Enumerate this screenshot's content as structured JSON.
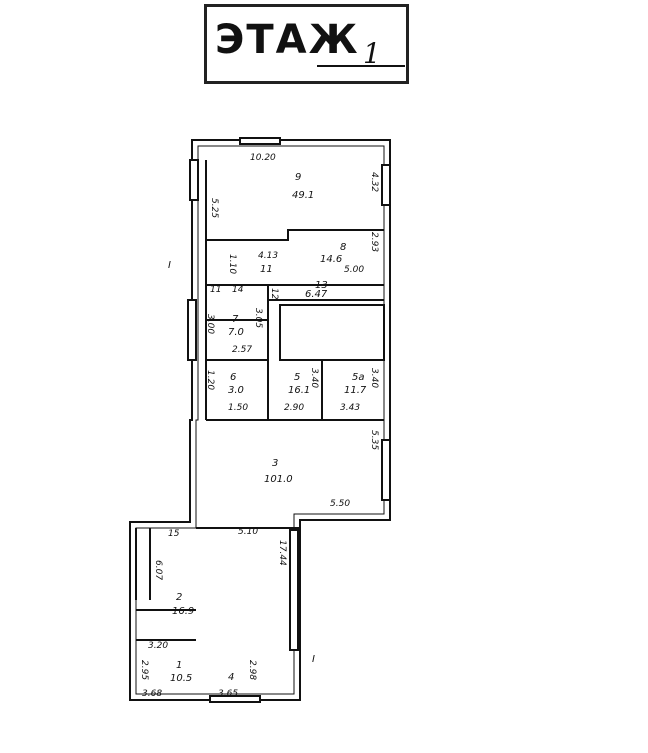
{
  "stamp": {
    "word": "ЭТАЖ",
    "number": "1"
  },
  "rooms": [
    {
      "id": "room-9",
      "number": "9",
      "area": "49.1"
    },
    {
      "id": "room-8",
      "number": "8",
      "area": "14.6"
    },
    {
      "id": "room-10",
      "number": "",
      "area": "11"
    },
    {
      "id": "room-13",
      "number": "13",
      "area": "6.47"
    },
    {
      "id": "room-7",
      "number": "7",
      "area": "7.0"
    },
    {
      "id": "room-6",
      "number": "6",
      "area": "3.0"
    },
    {
      "id": "room-5",
      "number": "5",
      "area": "16.1"
    },
    {
      "id": "room-5a",
      "number": "5a",
      "area": "11.7"
    },
    {
      "id": "room-3",
      "number": "3",
      "area": "101.0"
    },
    {
      "id": "room-2",
      "number": "2",
      "area": "16.9"
    },
    {
      "id": "room-1",
      "number": "1",
      "area": "10.5"
    },
    {
      "id": "room-4",
      "number": "4",
      "area": ""
    }
  ],
  "dimensions": {
    "top_width": "10.20",
    "left_9": "5.25",
    "right_9": "4.32",
    "d_413": "4.13",
    "d_110": "1.10",
    "d_293": "2.93",
    "d_500": "5.00",
    "d_11": "11",
    "d_14": "14",
    "d_12": "12",
    "d_305": "3.05",
    "d_300": "3.00",
    "d_257": "2.57",
    "d_120": "1.20",
    "d_150": "1.50",
    "d_340a": "3.40",
    "d_290": "2.90",
    "d_340b": "3.40",
    "d_343": "3.43",
    "d_535": "5.35",
    "d_550": "5.50",
    "d_15": "15",
    "d_510": "5.10",
    "d_1744": "17.44",
    "d_607": "6.07",
    "d_320": "3.20",
    "d_295": "2.95",
    "d_368": "3.68",
    "d_365": "3.65",
    "d_298": "2.98"
  },
  "markers": {
    "left": "I",
    "right": "I"
  }
}
